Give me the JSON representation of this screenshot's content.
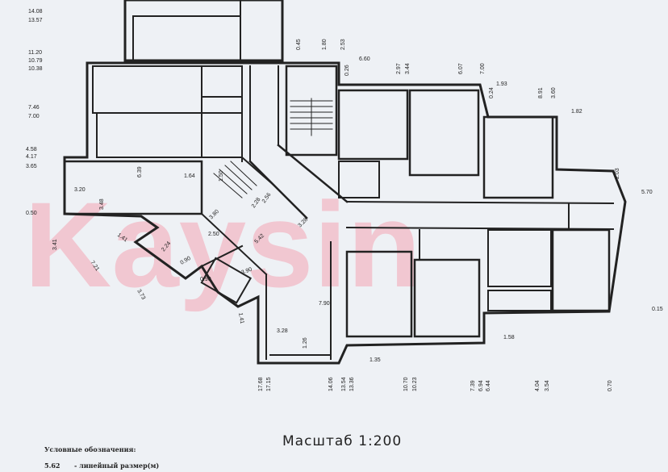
{
  "watermark": "Kaysin",
  "scale_label": "Масштаб 1:200",
  "legend": {
    "title": "Условные обозначения:",
    "line_value": "5.62",
    "line_text": "- линейный размер(м)"
  },
  "left_levels": [
    "14.08",
    "13.57",
    "11.20",
    "10.79",
    "10.38",
    "7.46",
    "7.00",
    "4.58",
    "4.17",
    "3.65",
    "0.50"
  ],
  "top_levels": [
    "0.45",
    "1.80",
    "2.53",
    "0.26",
    "6.60",
    "2.97",
    "3.44",
    "6.07",
    "7.00",
    "1.93",
    "0.24",
    "8.91",
    "3.60",
    "1.82"
  ],
  "right_levels": [
    "2.03",
    "5.70",
    "0.15"
  ],
  "bottom_levels": [
    "17.68",
    "17.15",
    "14.06",
    "13.54",
    "13.36",
    "10.70",
    "10.23",
    "7.39",
    "6.94",
    "6.44",
    "4.04",
    "3.54",
    "0.70"
  ],
  "interior_dims": [
    "3.20",
    "3.48",
    "6.39",
    "1.64",
    "1.50",
    "2.28",
    "3.80",
    "3.28",
    "2.50",
    "5.42",
    "3.41",
    "1.41",
    "7.21",
    "2.24",
    "0.90",
    "0.90",
    "3.90",
    "1.41",
    "3.73",
    "7.90",
    "3.28",
    "1.26",
    "1.35",
    "1.58",
    "2.56"
  ]
}
